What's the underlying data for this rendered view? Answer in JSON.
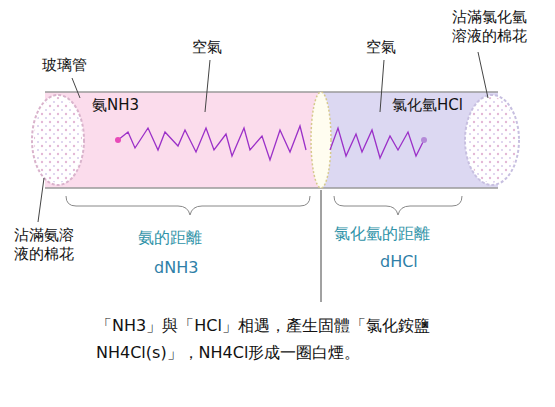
{
  "diagram": {
    "labels": [
      "玻璃管",
      "空氣",
      "氨NH3",
      "空氣",
      "氯化氫HCl",
      "沾滿氯化氫 溶液的棉花",
      "沾滿氨溶 液的棉花",
      "氨的距離",
      "dNH3",
      "氯化氫的距離",
      "dHCl",
      "「NH3」與「HCl」相遇，產生固體「氯化銨鹽 NH4Cl(s)」，NH4Cl形成一圈白煙。"
    ]
  }
}
